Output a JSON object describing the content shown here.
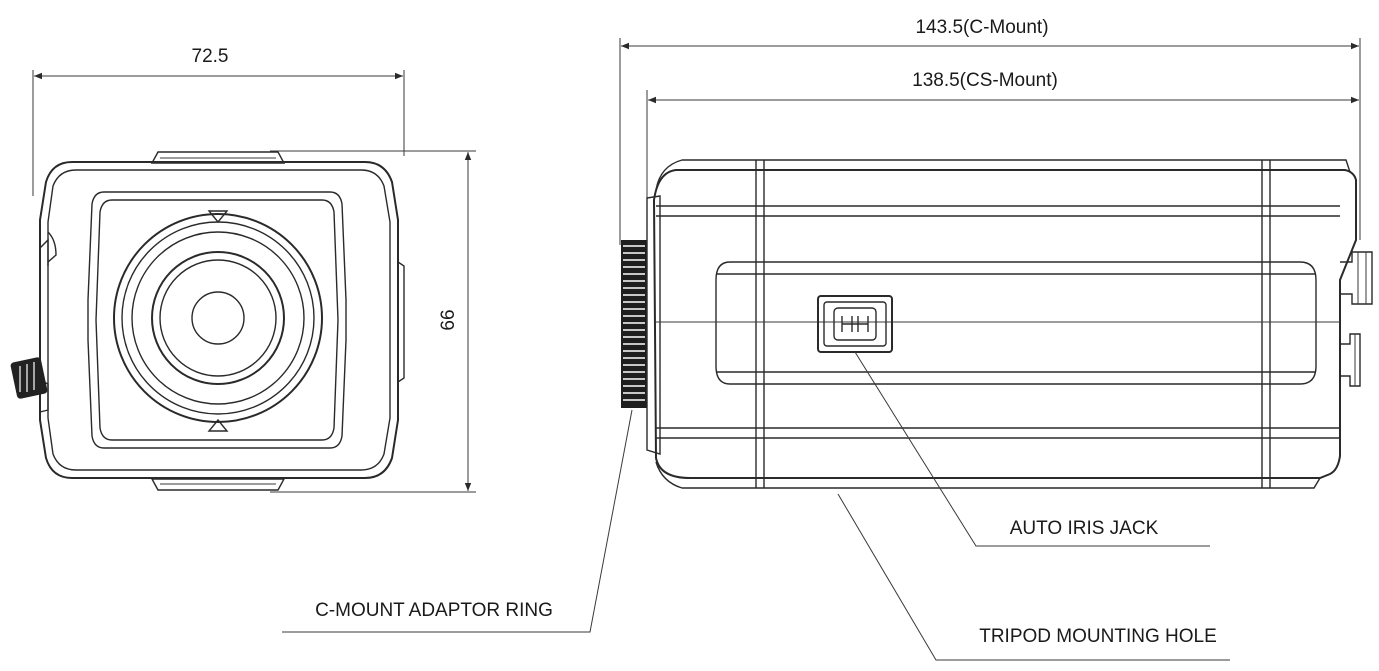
{
  "dimensions": {
    "front_width": "72.5",
    "front_height": "66",
    "length_c_mount": "143.5(C-Mount)",
    "length_cs_mount": "138.5(CS-Mount)"
  },
  "callouts": {
    "auto_iris_jack": "AUTO IRIS JACK",
    "c_mount_ring": "C-MOUNT ADAPTOR RING",
    "tripod_hole": "TRIPOD MOUNTING HOLE"
  }
}
